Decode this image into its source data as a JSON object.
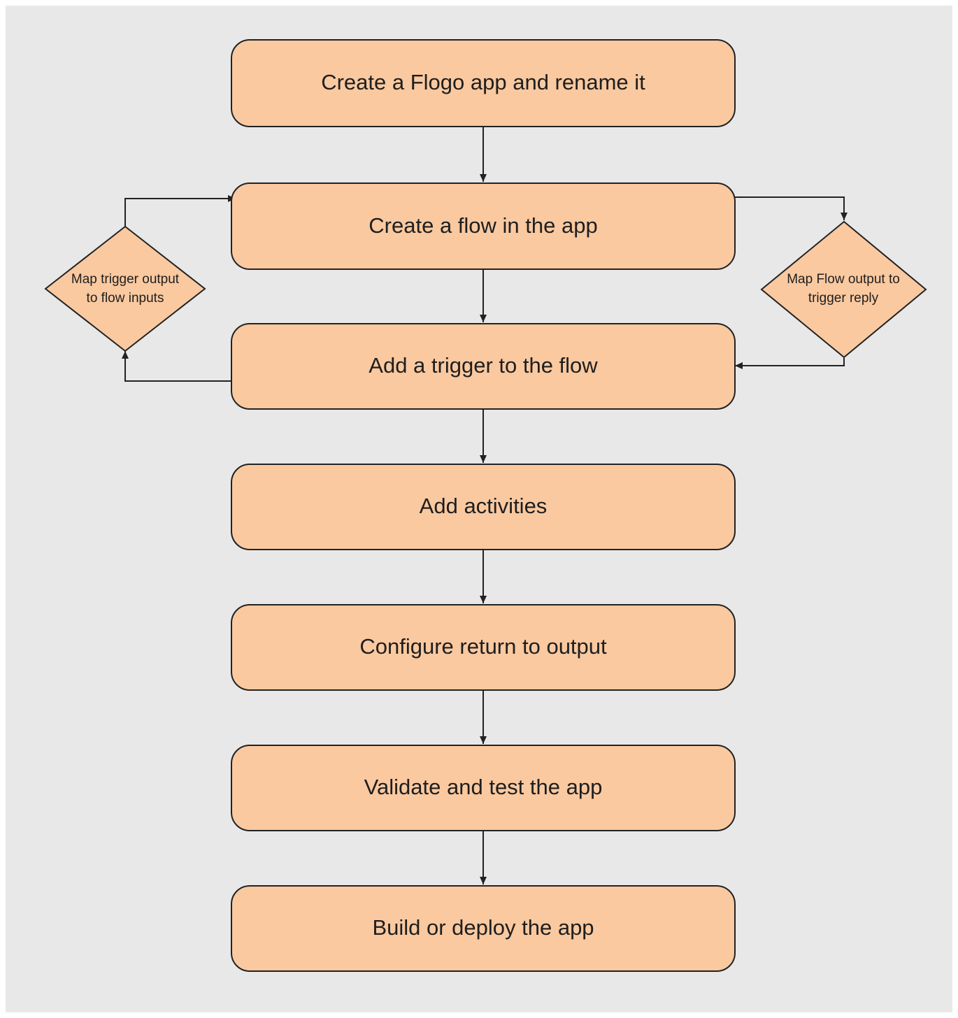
{
  "diagram": {
    "colors": {
      "background": "#e8e8e8",
      "node_fill": "#fac9a0",
      "line": "#222222",
      "text": "#1e1e1e"
    },
    "steps": [
      {
        "id": "create-app",
        "label": "Create a Flogo app and rename it"
      },
      {
        "id": "create-flow",
        "label": "Create a flow in the app"
      },
      {
        "id": "add-trigger",
        "label": "Add a trigger to the flow"
      },
      {
        "id": "add-activities",
        "label": "Add activities"
      },
      {
        "id": "configure-return",
        "label": "Configure return to output"
      },
      {
        "id": "validate-test",
        "label": "Validate and test the app"
      },
      {
        "id": "build-deploy",
        "label": "Build or deploy the app"
      }
    ],
    "decisions": [
      {
        "id": "map-trigger-output",
        "lines": [
          "Map trigger output",
          "to flow inputs"
        ]
      },
      {
        "id": "map-flow-output",
        "lines": [
          "Map Flow output to",
          "trigger reply"
        ]
      }
    ],
    "edges": [
      {
        "from": "create-app",
        "to": "create-flow"
      },
      {
        "from": "create-flow",
        "to": "add-trigger"
      },
      {
        "from": "add-trigger",
        "to": "add-activities"
      },
      {
        "from": "add-activities",
        "to": "configure-return"
      },
      {
        "from": "configure-return",
        "to": "validate-test"
      },
      {
        "from": "validate-test",
        "to": "build-deploy"
      },
      {
        "from": "add-trigger",
        "to": "map-trigger-output"
      },
      {
        "from": "map-trigger-output",
        "to": "create-flow"
      },
      {
        "from": "create-flow",
        "to": "map-flow-output"
      },
      {
        "from": "map-flow-output",
        "to": "add-trigger"
      }
    ]
  }
}
